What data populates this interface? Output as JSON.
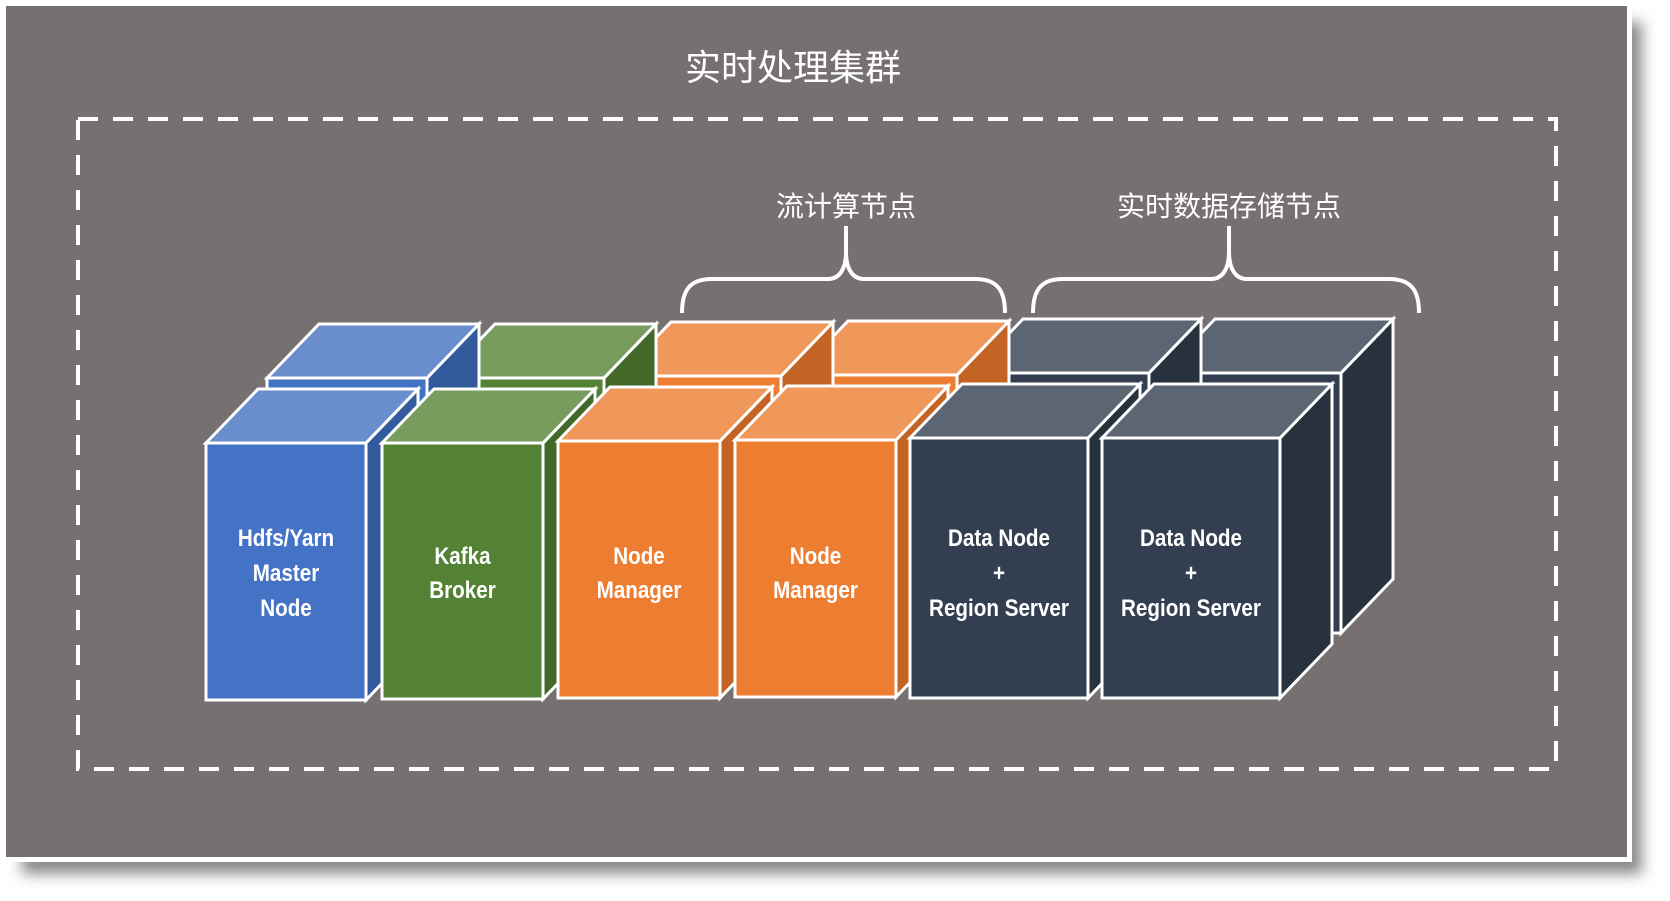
{
  "title": "实时处理集群",
  "groups": [
    {
      "label": "流计算节点"
    },
    {
      "label": "实时数据存储节点"
    }
  ],
  "nodes": [
    {
      "id": "hdfs-yarn-master",
      "lines": [
        "Hdfs/Yarn",
        "Master",
        "Node"
      ],
      "color": "blue"
    },
    {
      "id": "kafka-broker",
      "lines": [
        "Kafka",
        "Broker"
      ],
      "color": "green"
    },
    {
      "id": "node-manager-1",
      "lines": [
        "Node",
        "Manager"
      ],
      "color": "orange"
    },
    {
      "id": "node-manager-2",
      "lines": [
        "Node",
        "Manager"
      ],
      "color": "orange"
    },
    {
      "id": "data-node-region-server-1",
      "lines": [
        "Data Node",
        "+",
        "Region Server"
      ],
      "color": "dark"
    },
    {
      "id": "data-node-region-server-2",
      "lines": [
        "Data Node",
        "+",
        "Region Server"
      ],
      "color": "dark"
    }
  ],
  "palette": {
    "background": "#767170",
    "blue": {
      "front": "#4472C4",
      "top": "#6A8ECD",
      "side": "#345A9E"
    },
    "green": {
      "front": "#548235",
      "top": "#789B5E",
      "side": "#43692A"
    },
    "orange": {
      "front": "#ED7D31",
      "top": "#F0975A",
      "side": "#C46424"
    },
    "dark": {
      "front": "#333F50",
      "top": "#5B6573",
      "side": "#28313E"
    }
  }
}
